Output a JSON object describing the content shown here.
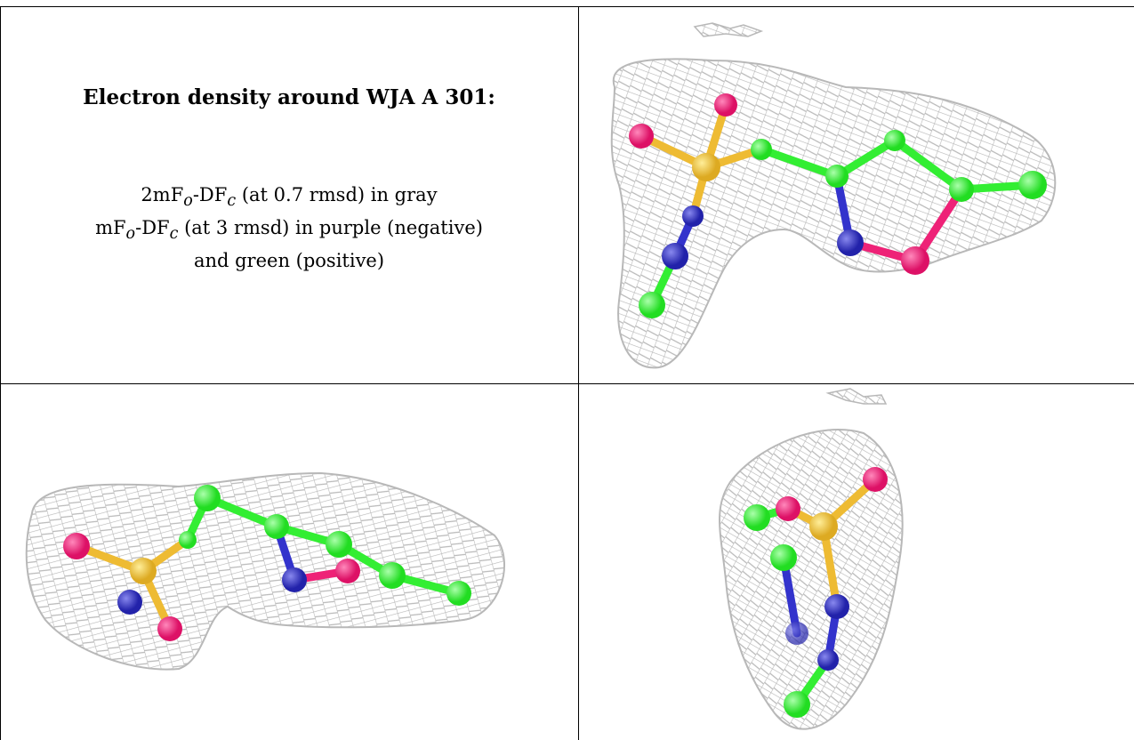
{
  "heading": "Electron density around WJA A 301:",
  "legend": {
    "line1": {
      "pre": "2mF",
      "sub1": "o",
      "mid": "-DF",
      "sub2": "c",
      "post": " (at 0.7 rmsd) in gray"
    },
    "line2": {
      "pre": "mF",
      "sub1": "o",
      "mid": "-DF",
      "sub2": "c",
      "post": " (at 3 rmsd) in purple (negative)"
    },
    "line3": "and green (positive)"
  },
  "colors": {
    "mesh": "#b8b8b8",
    "carbon": "#33ee33",
    "oxygen": "#ee2277",
    "nitrogen": "#3333cc",
    "sulfur": "#eebb33",
    "grid_line": "#000000"
  },
  "panels": [
    {
      "name": "view-top-right",
      "description": "density mesh around ligand, front view"
    },
    {
      "name": "view-bottom-left",
      "description": "density mesh around ligand, side view"
    },
    {
      "name": "view-bottom-right",
      "description": "density mesh around ligand, end-on view"
    }
  ]
}
